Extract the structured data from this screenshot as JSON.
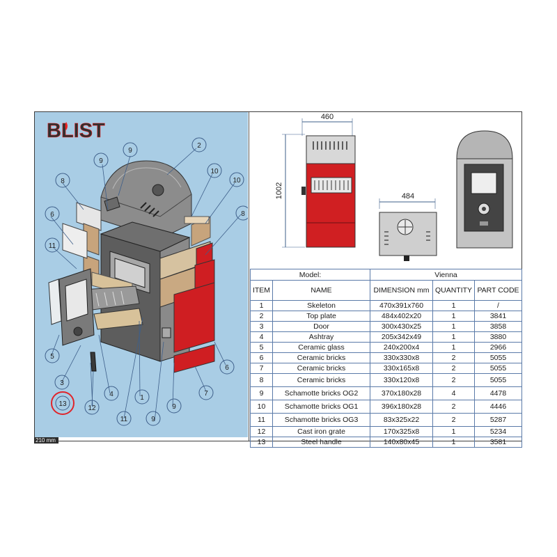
{
  "brand": {
    "logo_text": "BLIST"
  },
  "scale_tab": "210 mm",
  "exploded_view": {
    "callouts": [
      "9",
      "9",
      "2",
      "8",
      "10",
      "10",
      "6",
      "8",
      "11",
      "5",
      "3",
      "13",
      "12",
      "4",
      "1",
      "11",
      "9",
      "9",
      "7",
      "6"
    ]
  },
  "front_view": {
    "width_label": "460",
    "height_label": "1002"
  },
  "top_view": {
    "width_label": "484"
  },
  "table": {
    "model_label": "Model:",
    "model_value": "Vienna",
    "headers": {
      "item": "ITEM",
      "name": "NAME",
      "dimension": "DIMENSION mm",
      "quantity": "QUANTITY",
      "part_code": "PART CODE"
    },
    "rows": [
      {
        "item": "1",
        "name": "Skeleton",
        "dimension": "470x391x760",
        "quantity": "1",
        "code": "/"
      },
      {
        "item": "2",
        "name": "Top plate",
        "dimension": "484x402x20",
        "quantity": "1",
        "code": "3841"
      },
      {
        "item": "3",
        "name": "Door",
        "dimension": "300x430x25",
        "quantity": "1",
        "code": "3858"
      },
      {
        "item": "4",
        "name": "Ashtray",
        "dimension": "205x342x49",
        "quantity": "1",
        "code": "3880"
      },
      {
        "item": "5",
        "name": "Ceramic glass",
        "dimension": "240x200x4",
        "quantity": "1",
        "code": "2966"
      },
      {
        "item": "6",
        "name": "Ceramic bricks",
        "dimension": "330x330x8",
        "quantity": "2",
        "code": "5055"
      },
      {
        "item": "7",
        "name": "Ceramic bricks",
        "dimension": "330x165x8",
        "quantity": "2",
        "code": "5055"
      },
      {
        "item": "8",
        "name": "Ceramic bricks",
        "dimension": "330x120x8",
        "quantity": "2",
        "code": "5055"
      },
      {
        "item": "9",
        "name": "Schamotte bricks OG2",
        "dimension": "370x180x28",
        "quantity": "4",
        "code": "4478"
      },
      {
        "item": "10",
        "name": "Schamotte bricks OG1",
        "dimension": "396x180x28",
        "quantity": "2",
        "code": "4446"
      },
      {
        "item": "11",
        "name": "Schamotte bricks OG3",
        "dimension": "83x325x22",
        "quantity": "2",
        "code": "5287"
      },
      {
        "item": "12",
        "name": "Cast iron grate",
        "dimension": "170x325x8",
        "quantity": "1",
        "code": "5234"
      },
      {
        "item": "13",
        "name": "Steel handle",
        "dimension": "140x80x45",
        "quantity": "1",
        "code": "3581"
      }
    ]
  },
  "colors": {
    "panel": "#a9cde5",
    "red": "#d01f22",
    "steel": "#c8c8c8",
    "line": "#5a7aa8",
    "highlight": "#e0242a"
  }
}
